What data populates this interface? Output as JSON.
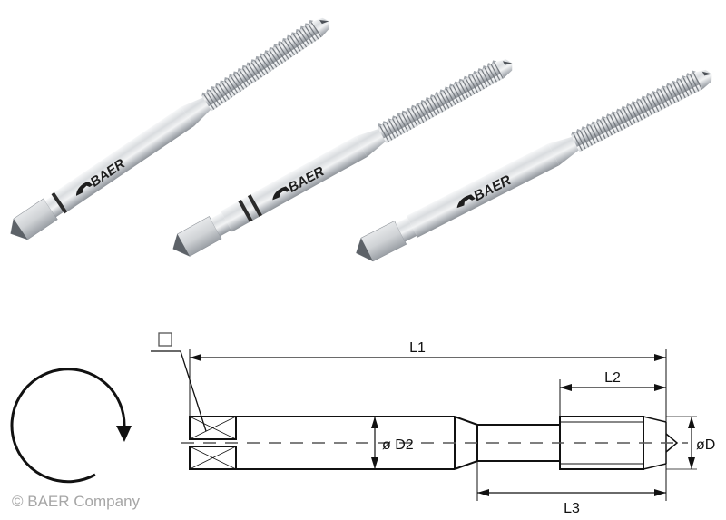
{
  "product_photo": {
    "description": "Set of three BAER hand taps (taper, plug, bottoming)",
    "taps": [
      {
        "position": "left",
        "brand_label": "BAER",
        "rings": 1
      },
      {
        "position": "middle",
        "brand_label": "BAER",
        "rings": 2
      },
      {
        "position": "right",
        "brand_label": "BAER",
        "rings": 0
      }
    ]
  },
  "drawing": {
    "rotation_symbol": "clockwise-rotation-arrow",
    "square_symbol": "□",
    "dimensions": {
      "l1": "L1",
      "l2": "L2",
      "l3": "L3",
      "d2": "ø D2",
      "d": "øD"
    }
  },
  "footer": {
    "copyright": "© BAER Company"
  },
  "colors": {
    "line": "#111111",
    "centerline": "#555555",
    "copyright": "#a6a6a6",
    "steel_light": "#eef0f2",
    "steel_mid": "#c4c8cc",
    "steel_dark": "#7d8288"
  }
}
